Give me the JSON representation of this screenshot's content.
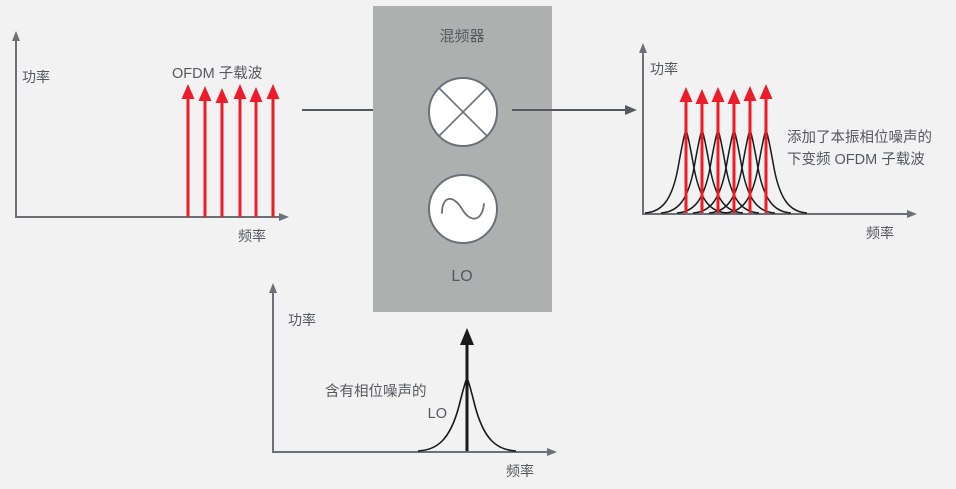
{
  "diagram": {
    "title_visible": false,
    "background_color": "#f2f2f2",
    "colors": {
      "subcarrier_red": "#ed1c2a",
      "axis_gray": "#6b7078",
      "text_gray": "#55595f",
      "block_fill": "#aeb0b0",
      "noise_black": "#1a1a1a",
      "circle_fill": "#ffffff"
    }
  },
  "left_chart": {
    "name": "input-ofdm-spectrum",
    "y_axis_label": "功率",
    "x_axis_label": "频率",
    "caption": "OFDM 子载波",
    "subcarrier_count": 6,
    "subcarrier_color": "#ed1c2a"
  },
  "mixer_block": {
    "name": "mixer-block",
    "title": "混频器",
    "lo_label": "LO",
    "mixer_symbol": "x-circle-icon",
    "lo_symbol": "sine-wave-icon",
    "fill": "#aeb0b0"
  },
  "right_chart": {
    "name": "output-ofdm-spectrum",
    "y_axis_label": "功率",
    "x_axis_label": "频率",
    "caption_line1": "添加了本振相位噪声的",
    "caption_line2": "下变频 OFDM 子载波",
    "subcarrier_count": 6,
    "has_phase_noise_skirts": true
  },
  "bottom_chart": {
    "name": "lo-phase-noise-spectrum",
    "y_axis_label": "功率",
    "x_axis_label": "频率",
    "caption_line1": "含有相位噪声的",
    "caption_line2": "LO",
    "tone_color": "#1a1a1a",
    "has_phase_noise_skirt": true
  },
  "connectors": {
    "input_to_mixer": "arrow-right",
    "mixer_to_output": "arrow-right"
  },
  "chart_data": [
    {
      "type": "line",
      "name": "left_input_spectrum",
      "title": "OFDM 子载波",
      "xlabel": "频率",
      "ylabel": "功率",
      "series": [
        {
          "name": "OFDM subcarriers (ideal)",
          "x": [
            195,
            211,
            227,
            243,
            259,
            275
          ],
          "values": [
            1,
            1,
            1,
            1,
            1,
            1
          ]
        }
      ],
      "grid": false,
      "legend": "none"
    },
    {
      "type": "line",
      "name": "right_output_spectrum",
      "title": "添加了本振相位噪声的 下变频 OFDM 子载波",
      "xlabel": "频率",
      "ylabel": "功率",
      "series": [
        {
          "name": "Downconverted OFDM subcarriers",
          "x": [
            686,
            702,
            718,
            734,
            750,
            766
          ],
          "values": [
            1,
            1,
            1,
            1,
            1,
            1
          ]
        },
        {
          "name": "Phase noise skirts",
          "x": [
            686,
            702,
            718,
            734,
            750,
            766
          ],
          "values": [
            0.62,
            0.62,
            0.62,
            0.62,
            0.62,
            0.62
          ]
        }
      ],
      "grid": false,
      "legend": "none"
    },
    {
      "type": "line",
      "name": "lo_spectrum",
      "title": "含有相位噪声的 LO",
      "xlabel": "频率",
      "ylabel": "功率",
      "series": [
        {
          "name": "LO tone with phase noise",
          "x": [
            467
          ],
          "values": [
            1
          ]
        }
      ],
      "grid": false,
      "legend": "none"
    }
  ]
}
